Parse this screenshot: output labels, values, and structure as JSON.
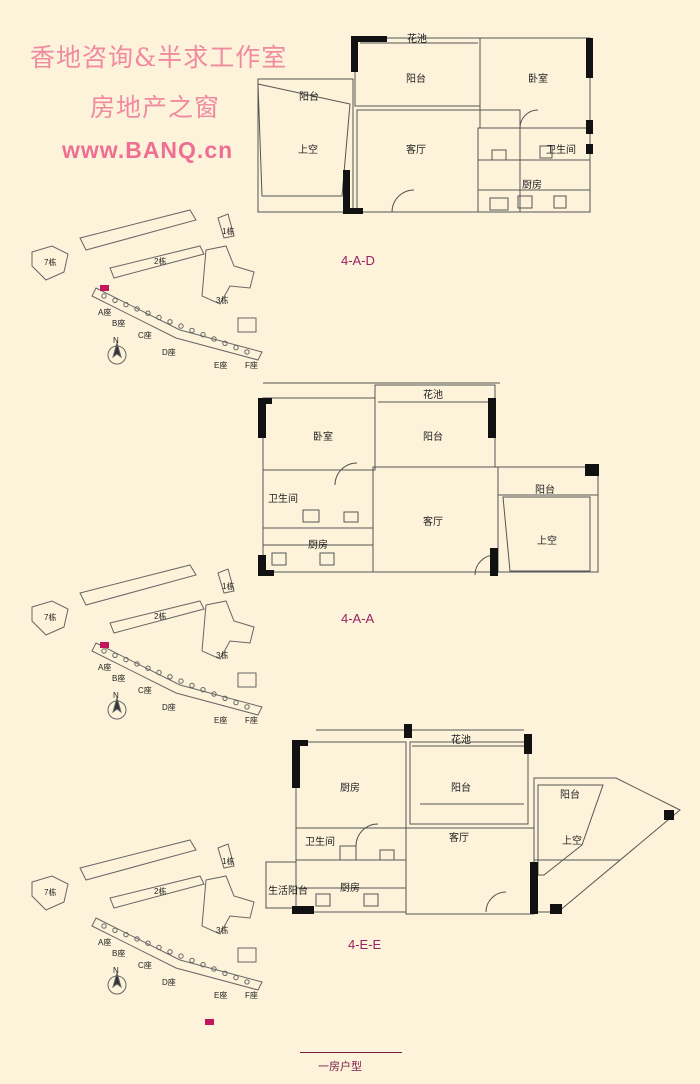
{
  "watermark": {
    "line1": "香地咨询&半求工作室",
    "line2": "房地产之窗",
    "line3": "www.BANQ.cn"
  },
  "plans": [
    {
      "code": "4-A-D",
      "rooms": {
        "garden": "花池",
        "balcony_main": "阳台",
        "bedroom": "卧室",
        "balcony_side": "阳台",
        "void": "上空",
        "living": "客厅",
        "bath": "卫生间",
        "kitchen": "厨房"
      }
    },
    {
      "code": "4-A-A",
      "rooms": {
        "garden": "花池",
        "bedroom": "卧室",
        "balcony_main": "阳台",
        "balcony_side": "阳台",
        "bath": "卫生间",
        "living": "客厅",
        "void": "上空",
        "kitchen": "厨房"
      }
    },
    {
      "code": "4-E-E",
      "rooms": {
        "garden": "花池",
        "kitchen_top": "厨房",
        "balcony_main": "阳台",
        "balcony_side": "阳台",
        "void": "上空",
        "bath": "卫生间",
        "living": "客厅",
        "service_balcony": "生活阳台",
        "kitchen": "厨房"
      }
    }
  ],
  "siteplan": {
    "buildings": [
      "7栋",
      "2栋",
      "1栋",
      "3栋"
    ],
    "blocks": [
      "A座",
      "B座",
      "C座",
      "D座",
      "E座",
      "F座"
    ],
    "north": "N",
    "highlight_color": "#c2185b"
  },
  "footer": "一房户型",
  "colors": {
    "background": "#fdf3da",
    "caption": "#9b1f63",
    "watermark": "#f08aa0"
  }
}
